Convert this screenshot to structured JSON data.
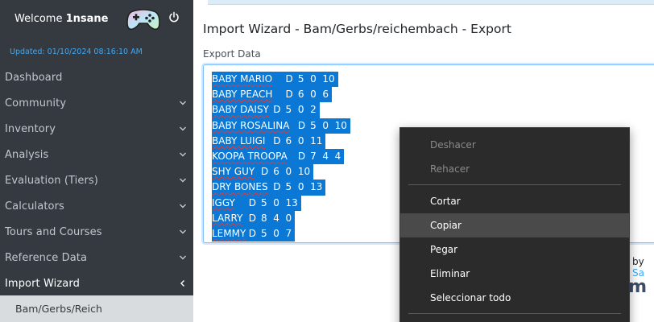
{
  "sidebar": {
    "welcome_prefix": "Welcome ",
    "username": "1nsane",
    "updated": "Updated: 01/10/2024 08:16:10 AM",
    "items": [
      {
        "label": "Dashboard",
        "chevron": false
      },
      {
        "label": "Community",
        "chevron": true
      },
      {
        "label": "Inventory",
        "chevron": true
      },
      {
        "label": "Analysis",
        "chevron": true
      },
      {
        "label": "Evaluation (Tiers)",
        "chevron": true
      },
      {
        "label": "Calculators",
        "chevron": true
      },
      {
        "label": "Tours and Courses",
        "chevron": true
      },
      {
        "label": "Reference Data",
        "chevron": true
      },
      {
        "label": "Import Wizard",
        "chevron": true
      }
    ],
    "sub_item": "Bam/Gerbs/Reich"
  },
  "main": {
    "title": "Import Wizard - Bam/Gerbs/reichembach - Export",
    "field_label": "Export Data",
    "export_lines": [
      "BABY MARIO\tD\t5\t0\t10",
      "BABY PEACH\tD\t6\t0\t6",
      "BABY DAISY\tD\t5\t0\t2",
      "BABY ROSALINA\tD\t5\t0\t10",
      "BABY LUIGI\tD\t6\t0\t11",
      "KOOPA TROOPA\tD\t7\t4\t4",
      "SHY GUY\tD\t6\t0\t10",
      "DRY BONES\tD\t5\t0\t13",
      "IGGY\tD\t5\t0\t13",
      "LARRY\tD\t8\t4\t0",
      "LEMMY\tD\t5\t0\t7"
    ],
    "by_prefix": "by ",
    "by_link": "Sa",
    "logo_fragment": "om"
  },
  "context_menu": {
    "items": [
      {
        "label": "Deshacer",
        "disabled": true
      },
      {
        "label": "Rehacer",
        "disabled": true
      },
      {
        "label": "Cortar",
        "disabled": false
      },
      {
        "label": "Copiar",
        "disabled": false,
        "hover": true
      },
      {
        "label": "Pegar",
        "disabled": false
      },
      {
        "label": "Eliminar",
        "disabled": false
      },
      {
        "label": "Seleccionar todo",
        "disabled": false
      }
    ]
  }
}
